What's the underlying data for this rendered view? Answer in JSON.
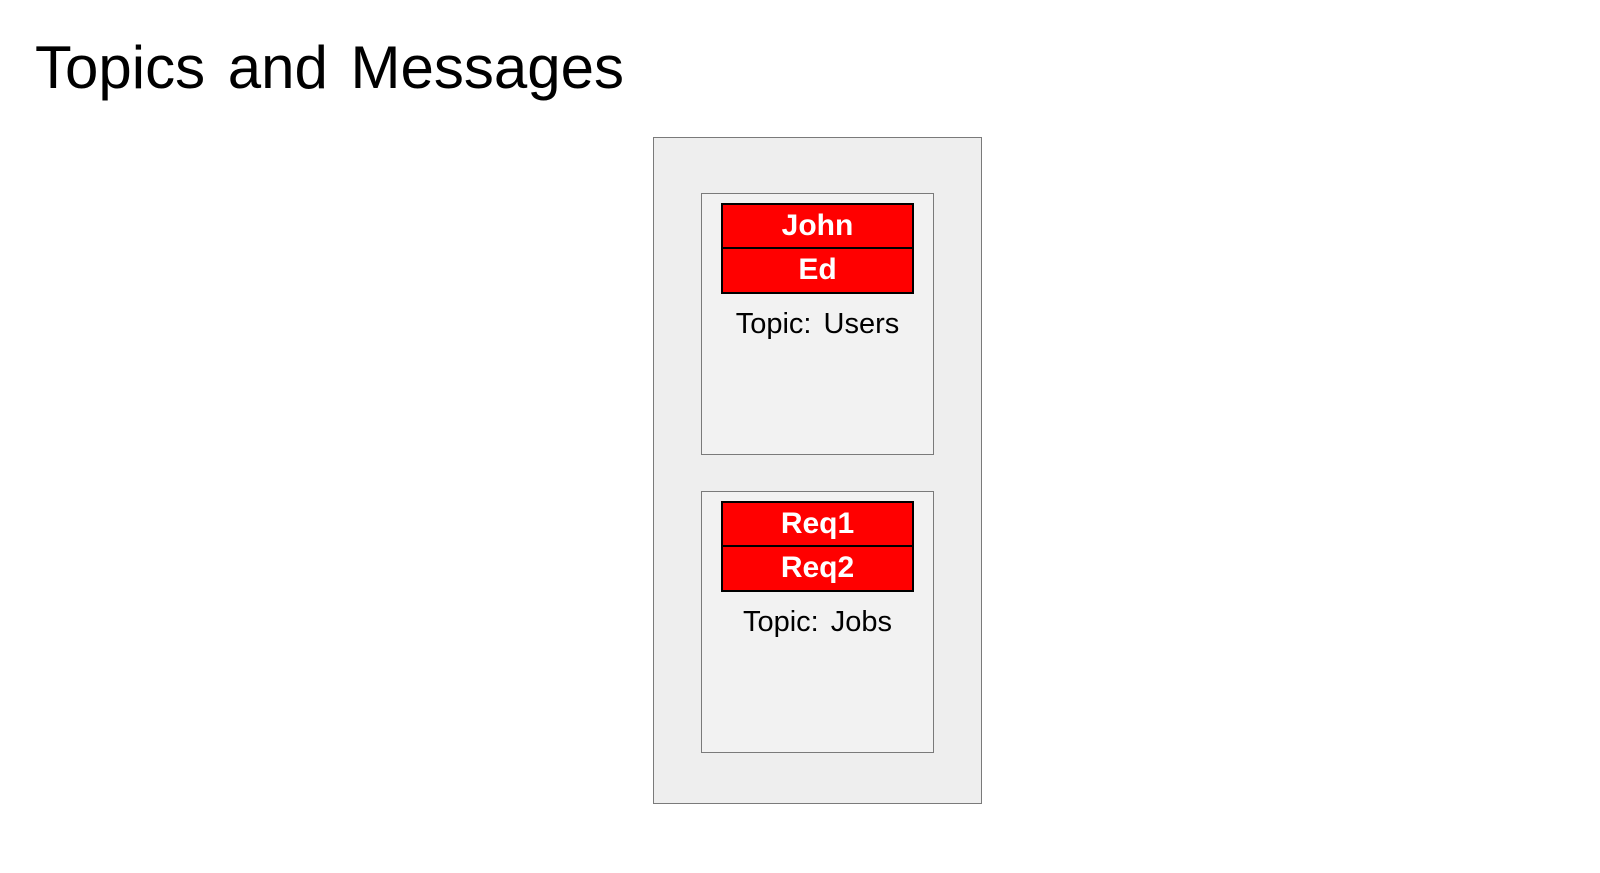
{
  "title": "Topics and Messages",
  "topics": [
    {
      "label": "Topic: Users",
      "messages": [
        "John",
        "Ed"
      ]
    },
    {
      "label": "Topic: Jobs",
      "messages": [
        "Req1",
        "Req2"
      ]
    }
  ],
  "colors": {
    "message_fill": "#ff0000",
    "message_text": "#ffffff",
    "broker_fill": "#eeeeee",
    "topic_fill": "#f2f2f2",
    "border": "#7a7a7a"
  }
}
